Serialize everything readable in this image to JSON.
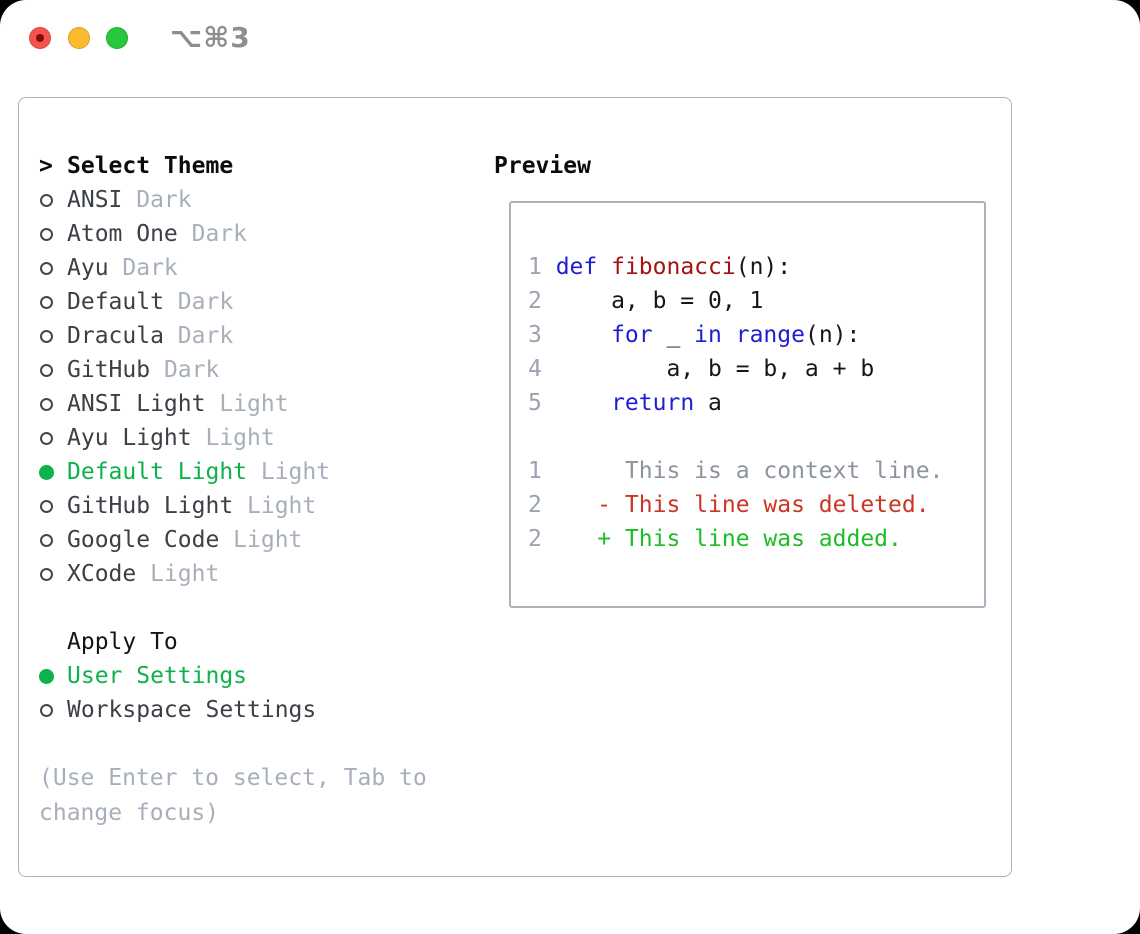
{
  "window": {
    "shortcut_label": "⌥⌘3"
  },
  "colors": {
    "selection_green": "#0db24b",
    "keyword_blue": "#1e1ed2",
    "function_red": "#a31313",
    "diff_deleted_red": "#ca3524",
    "diff_added_green": "#1dbd25",
    "muted_gray": "#a7afba",
    "text_dark": "#3b4046",
    "panel_border": "#a9b1ba",
    "traffic_red": "#f6534e",
    "traffic_yellow": "#fbbb2d",
    "traffic_green": "#28c83d"
  },
  "theme_selector": {
    "prompt": ">",
    "title": "Select Theme",
    "themes": [
      {
        "name": "ANSI",
        "tag": "Dark",
        "selected": false
      },
      {
        "name": "Atom One",
        "tag": "Dark",
        "selected": false
      },
      {
        "name": "Ayu",
        "tag": "Dark",
        "selected": false
      },
      {
        "name": "Default",
        "tag": "Dark",
        "selected": false
      },
      {
        "name": "Dracula",
        "tag": "Dark",
        "selected": false
      },
      {
        "name": "GitHub",
        "tag": "Dark",
        "selected": false
      },
      {
        "name": "ANSI Light",
        "tag": "Light",
        "selected": false
      },
      {
        "name": "Ayu Light",
        "tag": "Light",
        "selected": false
      },
      {
        "name": "Default Light",
        "tag": "Light",
        "selected": true
      },
      {
        "name": "GitHub Light",
        "tag": "Light",
        "selected": false
      },
      {
        "name": "Google Code",
        "tag": "Light",
        "selected": false
      },
      {
        "name": "XCode",
        "tag": "Light",
        "selected": false
      }
    ],
    "apply_to": {
      "title": "Apply To",
      "options": [
        {
          "name": "User Settings",
          "selected": true
        },
        {
          "name": "Workspace Settings",
          "selected": false
        }
      ]
    },
    "hint": "(Use Enter to select, Tab to change focus)"
  },
  "preview": {
    "title": "Preview",
    "lines": [
      {
        "num": "1",
        "tokens": [
          {
            "t": "def"
          },
          {
            "t": " "
          },
          {
            "t": "fibonacci"
          },
          {
            "t": "(n):"
          }
        ]
      },
      {
        "num": "2",
        "tokens": [
          {
            "t": "    a, b = 0, 1"
          }
        ]
      },
      {
        "num": "3",
        "tokens": [
          {
            "t": "    "
          },
          {
            "t": "for"
          },
          {
            "t": " _ "
          },
          {
            "t": "in"
          },
          {
            "t": " "
          },
          {
            "t": "range"
          },
          {
            "t": "(n):"
          }
        ]
      },
      {
        "num": "4",
        "tokens": [
          {
            "t": "        a, b = b, a + b"
          }
        ]
      },
      {
        "num": "5",
        "tokens": [
          {
            "t": "    "
          },
          {
            "t": "return"
          },
          {
            "t": " a"
          }
        ]
      },
      {
        "num": "",
        "tokens": []
      },
      {
        "num": "1",
        "tokens": [
          {
            "t": "     This is a context line."
          }
        ]
      },
      {
        "num": "2",
        "tokens": [
          {
            "t": "   - This line was deleted."
          }
        ]
      },
      {
        "num": "2",
        "tokens": [
          {
            "t": "   + This line was added."
          }
        ]
      }
    ]
  }
}
